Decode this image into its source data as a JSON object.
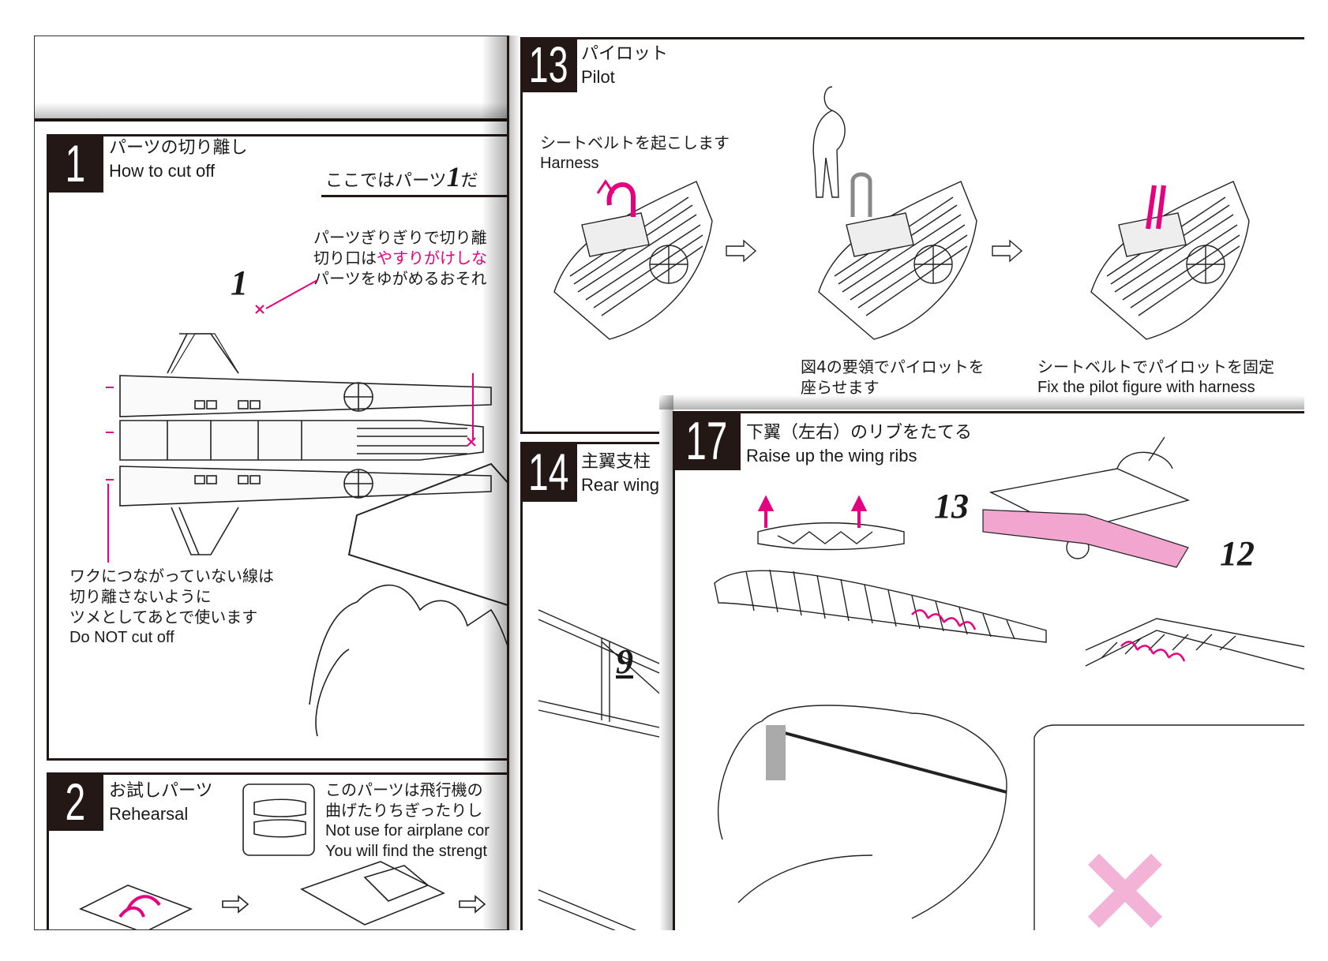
{
  "left_page": {
    "step1": {
      "number": "1",
      "title_ja": "パーツの切り離し",
      "title_en": "How to cut off",
      "subhead_ja": "ここではパーツ",
      "subhead_part": "1",
      "subhead_tail": "だ",
      "part_label": "1",
      "note1_line1": "パーツぎりぎりで切り離",
      "note1_line2_pre": "切り口は",
      "note1_line2_highlight": "やすりがけしな",
      "note1_line3": "パーツをゆがめるおそれ",
      "note2_line1": "ワクにつながっていない線は",
      "note2_line2": "切り離さないように",
      "note2_line3": "ツメとしてあとで使います",
      "note2_en": "Do NOT cut off"
    },
    "step2": {
      "number": "2",
      "title_ja": "お試しパーツ",
      "title_en": "Rehearsal",
      "text_line1": "このパーツは飛行機の",
      "text_line2": "曲げたりちぎったりし",
      "text_line3": "Not use for airplane cor",
      "text_line4": "You will find the strengt"
    }
  },
  "right_page": {
    "step13": {
      "number": "13",
      "title_ja": "パイロット",
      "title_en": "Pilot",
      "harness_ja": "シートベルトを起こします",
      "harness_en": "Harness",
      "caption2_line1": "図4の要領でパイロットを",
      "caption2_line2": "座らせます",
      "caption3_ja": "シートベルトでパイロットを固定",
      "caption3_en": "Fix the pilot figure with harness"
    },
    "step14": {
      "number": "14",
      "title_ja": "主翼支柱",
      "title_en": "Rear wing",
      "part_label": "9"
    },
    "step17": {
      "number": "17",
      "title_ja": "下翼（左右）のリブをたてる",
      "title_en": "Raise up the wing ribs",
      "part_label_a": "13",
      "part_label_b": "12"
    }
  },
  "colors": {
    "accent": "#e5007f",
    "ink": "#231815",
    "highlight_pink": "#f2a6cf"
  }
}
